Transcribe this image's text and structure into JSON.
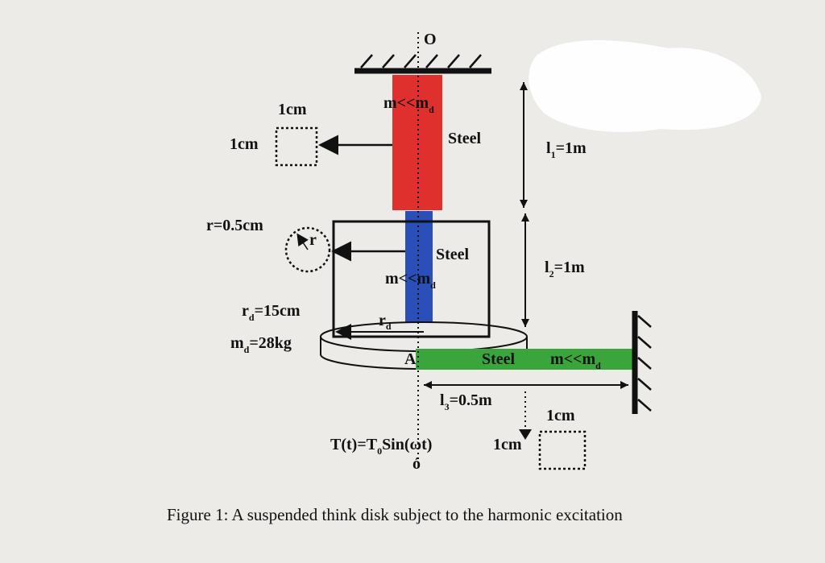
{
  "colors": {
    "background": "#ecebe8",
    "shaft1": "#e0302e",
    "shaft2": "#2a4fb8",
    "shaft3": "#3aa53a",
    "ink": "#111111"
  },
  "labels": {
    "origin": "O",
    "point_A": "A",
    "bottom_marker": "ó",
    "shaft1_material": "Steel",
    "shaft2_material": "Steel",
    "shaft3_material": "Steel",
    "shaft1_mass_main": "m<<m",
    "shaft1_mass_sub": "d",
    "shaft2_mass_main": "m<<m",
    "shaft2_mass_sub": "d",
    "shaft3_mass_main": "m<<m",
    "shaft3_mass_sub": "d",
    "l1_main": "l",
    "l1_sub": "1",
    "l1_rest": "=1m",
    "l2_main": "l",
    "l2_sub": "2",
    "l2_rest": "=1m",
    "l3_main": "l",
    "l3_sub": "3",
    "l3_rest": "=0.5m",
    "sq1_top": "1cm",
    "sq1_left": "1cm",
    "circle_r": "r=0.5cm",
    "circle_inner": "r",
    "rd_main": "r",
    "rd_sub": "d",
    "rd_rest": "=15cm",
    "md_main": "m",
    "md_sub": "d",
    "md_rest": "=28kg",
    "disk_radius_main": "r",
    "disk_radius_sub": "d",
    "sq2_top": "1cm",
    "sq2_left": "1cm",
    "torque_a": "T(t)=T",
    "torque_sub": "0",
    "torque_b": "Sin(ωt)"
  },
  "caption": "Figure 1: A suspended think disk subject to the harmonic excitation"
}
